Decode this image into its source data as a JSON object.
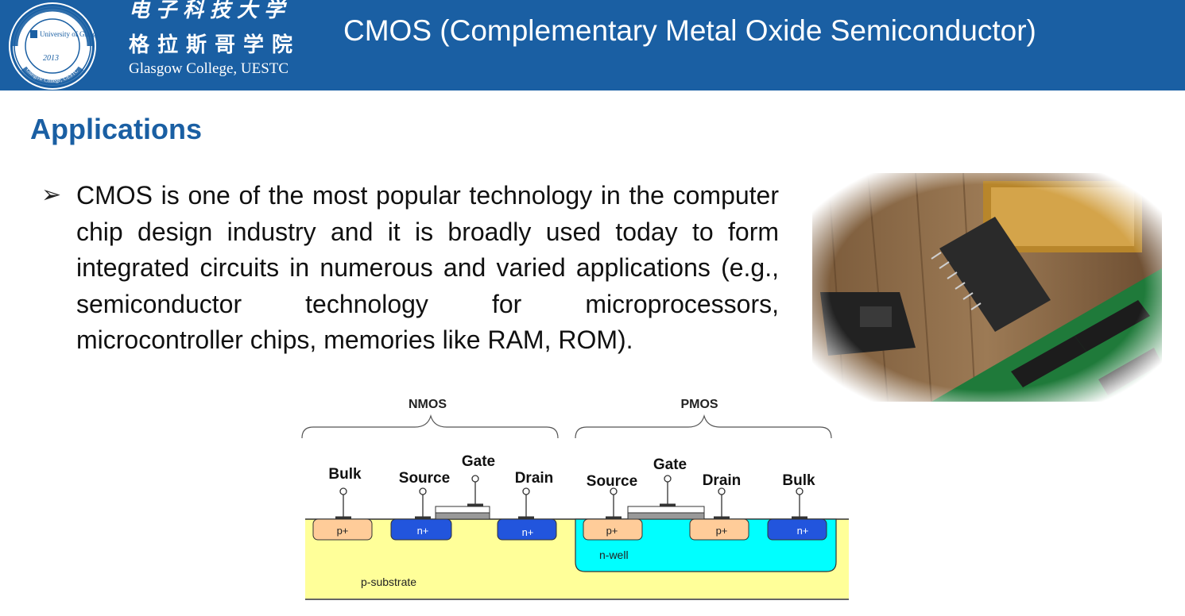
{
  "header": {
    "cn_title_top": "电子科技大学",
    "cn_title": "格拉斯哥学院",
    "en_college": "Glasgow College, UESTC",
    "seal_university": "University of Glasgow",
    "seal_year": "2013",
    "seal_ring_text": "Glasgow College, UESTC",
    "slide_title": "CMOS (Complementary Metal Oxide Semiconductor)",
    "banner_color": "#1a5fa3"
  },
  "section": {
    "heading": "Applications"
  },
  "bullet": {
    "marker": "➢",
    "text": "CMOS is one of the most popular technology in the computer chip design industry and it is broadly used today to form integrated circuits in numerous and varied applications (e.g., semiconductor technology for microprocessors, microcontroller chips, memories like RAM, ROM)."
  },
  "diagram": {
    "nmos_label": "NMOS",
    "pmos_label": "PMOS",
    "terminals": {
      "bulk_left": "Bulk",
      "source_left": "Source",
      "gate_left": "Gate",
      "drain_left": "Drain",
      "source_right": "Source",
      "gate_right": "Gate",
      "drain_right": "Drain",
      "bulk_right": "Bulk"
    },
    "regions": {
      "p_plus_left": "p+",
      "n_plus_1": "n+",
      "n_plus_2": "n+",
      "p_plus_1": "p+",
      "p_plus_2": "p+",
      "n_plus_right": "n+"
    },
    "n_well": "n-well",
    "p_substrate": "p-substrate",
    "colors": {
      "substrate": "#ffff99",
      "n_well": "#00ffff",
      "n_plus": "#2255dd",
      "p_plus": "#ffcc99"
    }
  }
}
